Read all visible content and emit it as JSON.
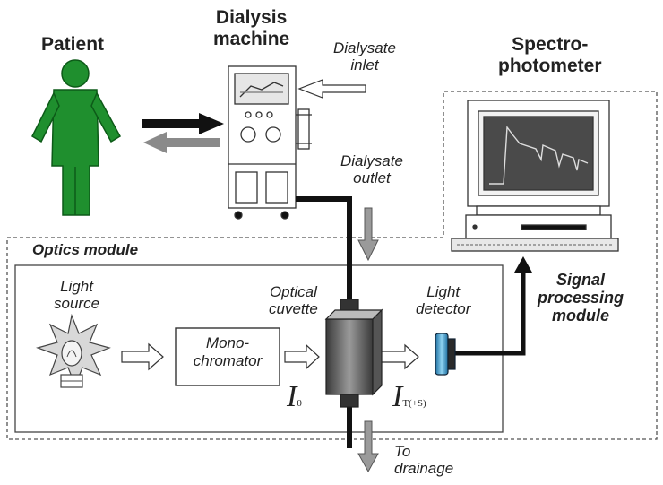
{
  "labels": {
    "patient": "Patient",
    "dialysis_machine": [
      "Dialysis",
      "machine"
    ],
    "dialysate_inlet": [
      "Dialysate",
      "inlet"
    ],
    "dialysate_outlet": [
      "Dialysate",
      "outlet"
    ],
    "spectrophotometer": [
      "Spectro-",
      "photometer"
    ],
    "optics_module": "Optics module",
    "light_source": [
      "Light",
      "source"
    ],
    "monochromator": [
      "Mono-",
      "chromator"
    ],
    "optical_cuvette": [
      "Optical",
      "cuvette"
    ],
    "light_detector": [
      "Light",
      "detector"
    ],
    "signal_processing": [
      "Signal",
      "processing",
      "module"
    ],
    "to_drainage": [
      "To",
      "drainage"
    ],
    "i0_symbol": "I",
    "i0_sub": "0",
    "it_symbol": "I",
    "it_sub": "T(+S)"
  },
  "colors": {
    "patient": "#1f8f2e",
    "patient_outline": "#0d5a18",
    "arrow_dark": "#111111",
    "arrow_light": "#8a8a8a",
    "detector": "#4aa8d8",
    "tube": "#111111"
  },
  "icons": {
    "patient": "person-figure",
    "machine": "dialysis-machine",
    "monitor": "computer-monitor",
    "lamp": "light-bulb-burst",
    "cuvette": "cuvette-block",
    "detector": "photo-detector"
  }
}
